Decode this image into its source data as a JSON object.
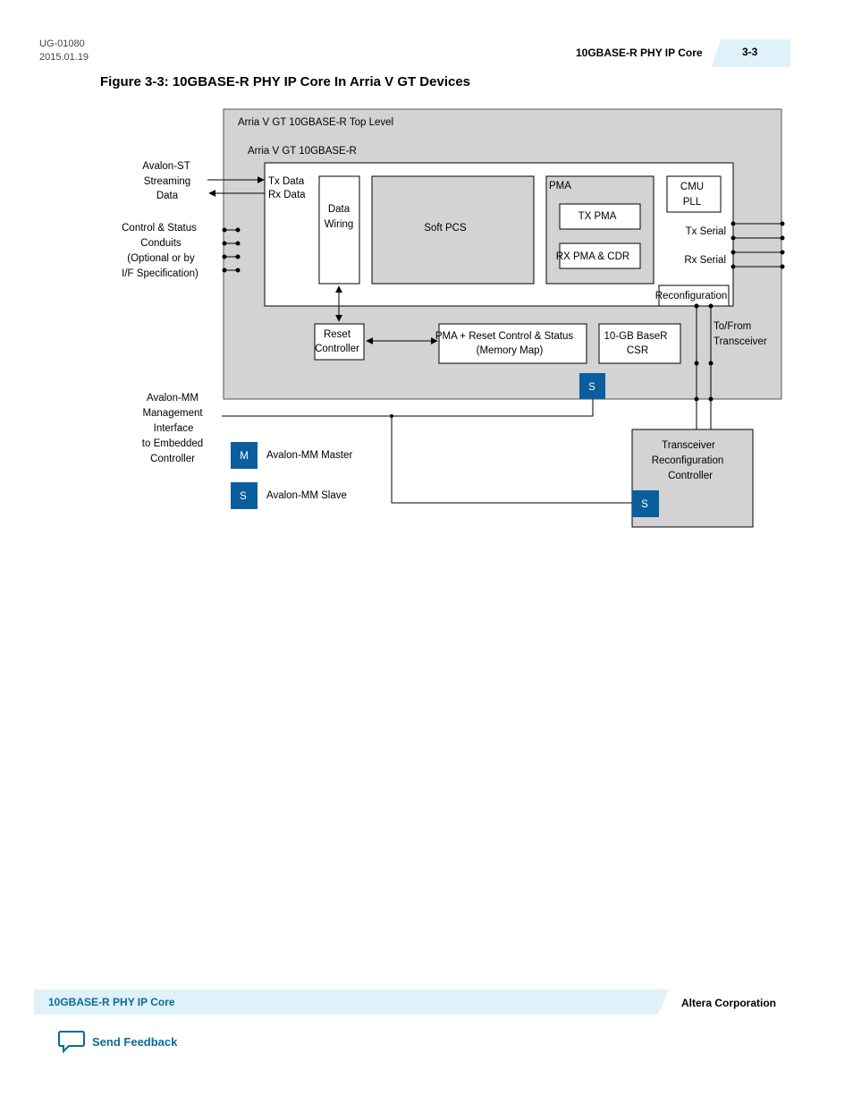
{
  "header": {
    "doc_id": "UG-01080",
    "doc_date": "2015.01.19",
    "section_title": "10GBASE-R PHY IP Core",
    "page_number": "3-3"
  },
  "figure": {
    "title": "Figure 3-3: 10GBASE-R PHY IP Core In Arria V GT Devices"
  },
  "diagram": {
    "top_level_label": "Arria V GT 10GBASE-R Top Level",
    "inner_label": "Arria V GT 10GBASE-R",
    "left_labels": {
      "avalon_st": [
        "Avalon-ST",
        "Streaming",
        "Data"
      ],
      "control_status": [
        "Control & Status",
        "Conduits",
        "(Optional or by",
        "I/F Specification)"
      ],
      "avalon_mm": [
        "Avalon-MM",
        "Management",
        "Interface",
        "to Embedded",
        "Controller"
      ]
    },
    "tx_data": "Tx Data",
    "rx_data": "Rx Data",
    "data_wiring": [
      "Data",
      "Wiring"
    ],
    "soft_pcs": "Soft PCS",
    "pma": "PMA",
    "tx_pma": "TX PMA",
    "rx_pma_cdr": "RX PMA & CDR",
    "cmu_pll": [
      "CMU",
      "PLL"
    ],
    "tx_serial": "Tx Serial",
    "rx_serial": "Rx Serial",
    "reconfiguration": "Reconfiguration",
    "to_from_transceiver": [
      "To/From",
      "Transceiver"
    ],
    "reset_controller": [
      "Reset",
      "Controller"
    ],
    "pma_reset_control": [
      "PMA + Reset Control & Status",
      "(Memory Map)"
    ],
    "csr": [
      "10-GB BaseR",
      "CSR"
    ],
    "transceiver_reconfig": [
      "Transceiver",
      "Reconfiguration",
      "Controller"
    ],
    "slave_badge": "S",
    "legend": {
      "master_badge": "M",
      "master_label": "Avalon-MM Master",
      "slave_badge": "S",
      "slave_label": "Avalon-MM Slave"
    }
  },
  "footer": {
    "section_title": "10GBASE-R PHY IP Core",
    "company": "Altera Corporation",
    "feedback_label": "Send Feedback"
  },
  "colors": {
    "accent_blue": "#0b6a9a",
    "badge_blue": "#0a5e9e",
    "light_band": "#dff1f9",
    "block_gray": "#d3d3d3"
  }
}
